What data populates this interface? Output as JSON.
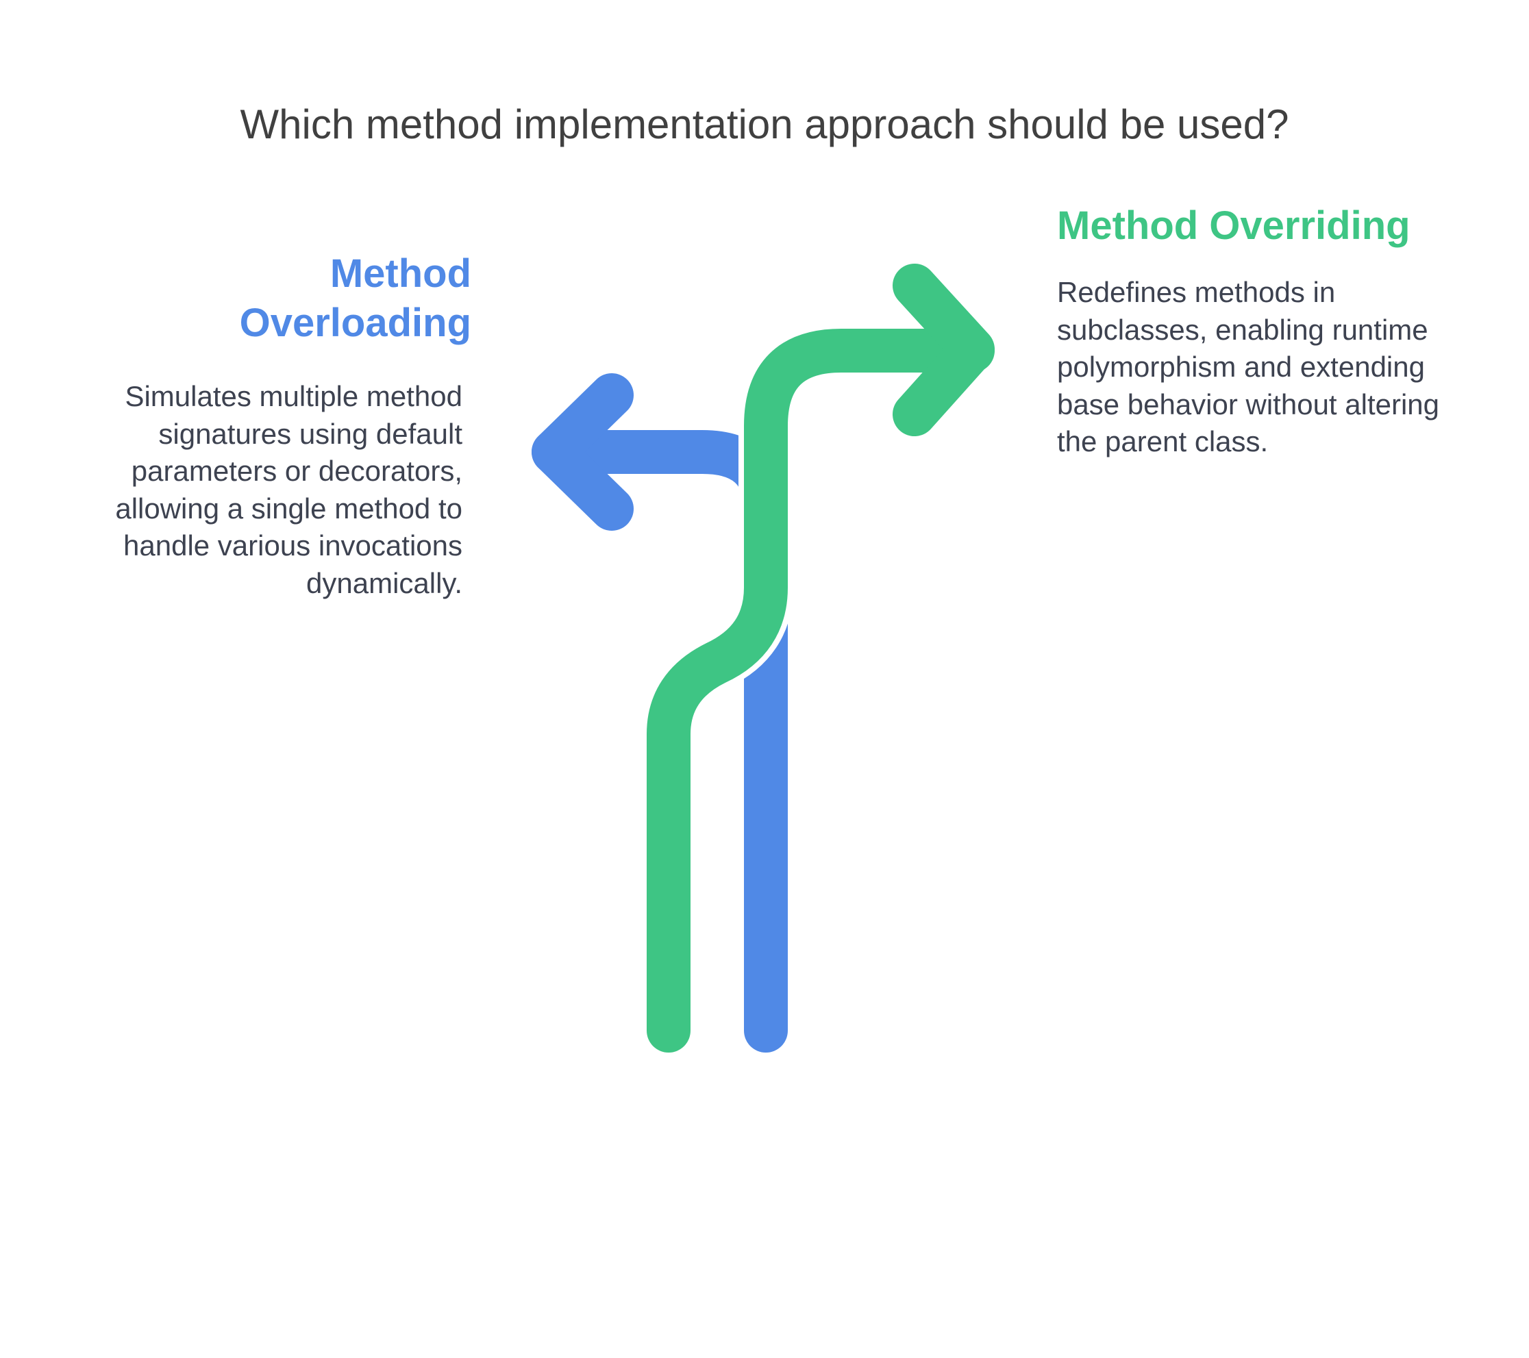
{
  "title": "Which method implementation approach should be used?",
  "options": {
    "left": {
      "heading": "Method Overloading",
      "description": "Simulates multiple method signatures using default parameters or decorators, allowing a single method to handle various invocations dynamically."
    },
    "right": {
      "heading": "Method Overriding",
      "description": "Redefines methods in subclasses, enabling runtime polymorphism and extending base behavior without altering the parent class."
    }
  },
  "colors": {
    "left": "#5089e6",
    "right": "#3ec584",
    "title": "#404040",
    "body_text": "#3d4250"
  },
  "icons": {
    "left_path": "arrow-left-icon",
    "right_path": "arrow-right-icon"
  }
}
